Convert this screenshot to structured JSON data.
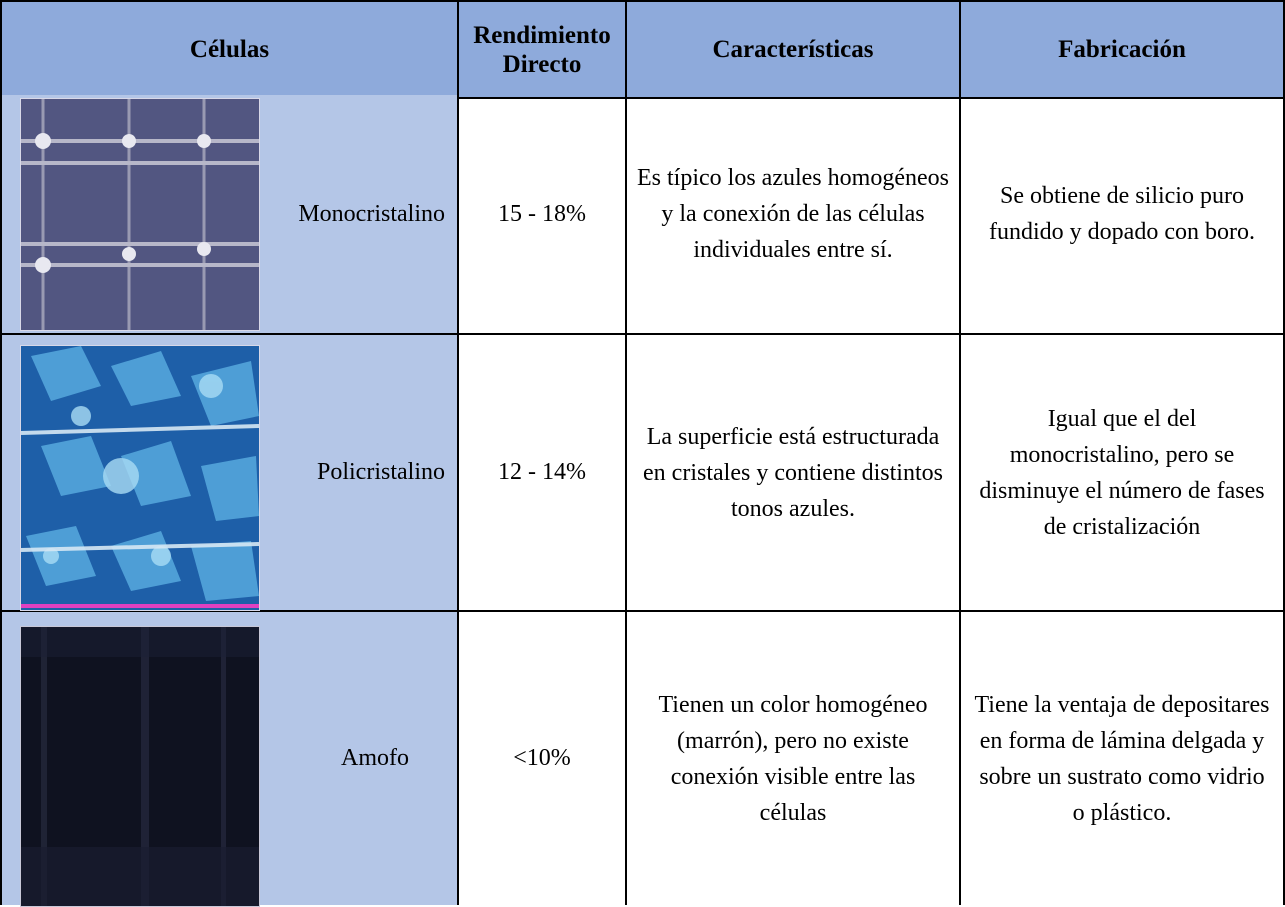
{
  "header": {
    "col1": "Células",
    "col2": "Rendimiento Directo",
    "col3": "Características",
    "col4": "Fabricación"
  },
  "rows": [
    {
      "type": "Monocristalino",
      "rendimiento": "15 - 18%",
      "caracteristicas": "Es típico los azules homogéneos y la conexión de las células individuales entre sí.",
      "fabricacion": "Se obtiene de silicio puro fundido y dopado con boro.",
      "image_icon": "monocrystalline-cell-photo"
    },
    {
      "type": "Policristalino",
      "rendimiento": "12 - 14%",
      "caracteristicas": "La superficie está estructurada en cristales y contiene distintos tonos azules.",
      "fabricacion": "Igual que el del monocristalino, pero se disminuye el número de fases de cristalización",
      "image_icon": "polycrystalline-cell-photo"
    },
    {
      "type": "Amofo",
      "rendimiento": "<10%",
      "caracteristicas": "Tienen un color homogéneo (marrón), pero no existe conexión visible entre las células",
      "fabricacion": "Tiene  la ventaja de depositares  en forma de lámina delgada y sobre un sustrato como vidrio o plástico.",
      "image_icon": "amorphous-cell-photo"
    }
  ],
  "colors": {
    "header_bg": "#8eaadb",
    "cell_bg": "#b4c6e7"
  }
}
